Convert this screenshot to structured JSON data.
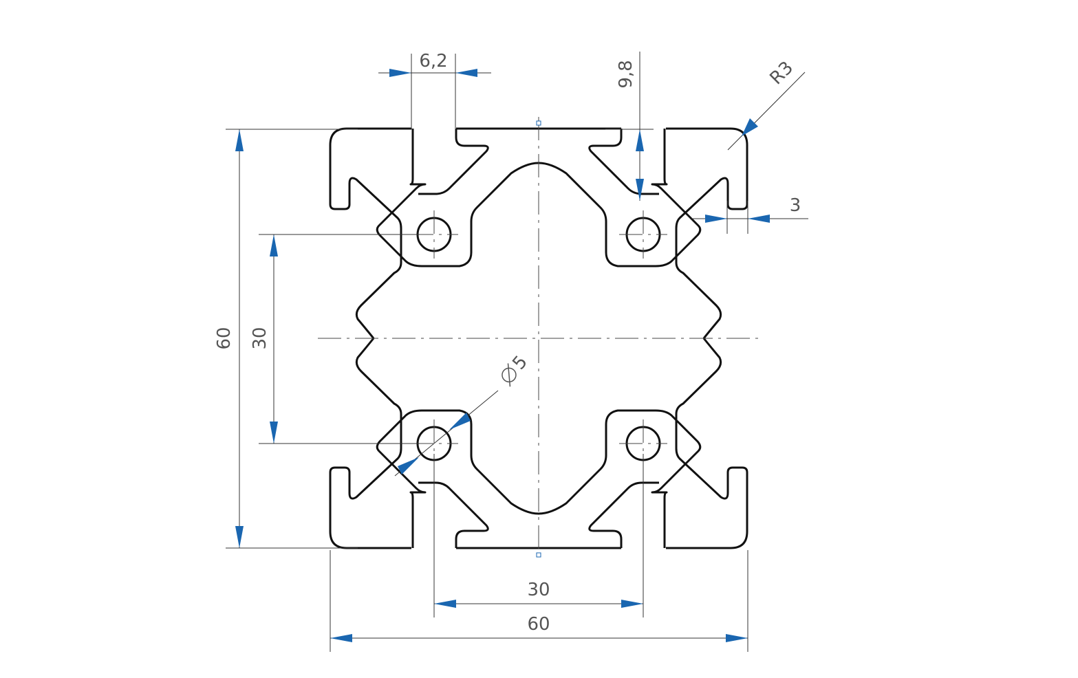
{
  "dimensions": {
    "slot_width": "6,2",
    "slot_depth": "9,8",
    "corner_radius": "R3",
    "wall_thickness": "3",
    "overall_height": "60",
    "hole_spacing_vertical": "30",
    "hole_diameter": "5",
    "hole_spacing_horizontal": "30",
    "overall_width": "60"
  },
  "colors": {
    "arrow": "#1a66b0",
    "outline": "#111111",
    "dimension_line": "#333333",
    "text": "#555555"
  }
}
